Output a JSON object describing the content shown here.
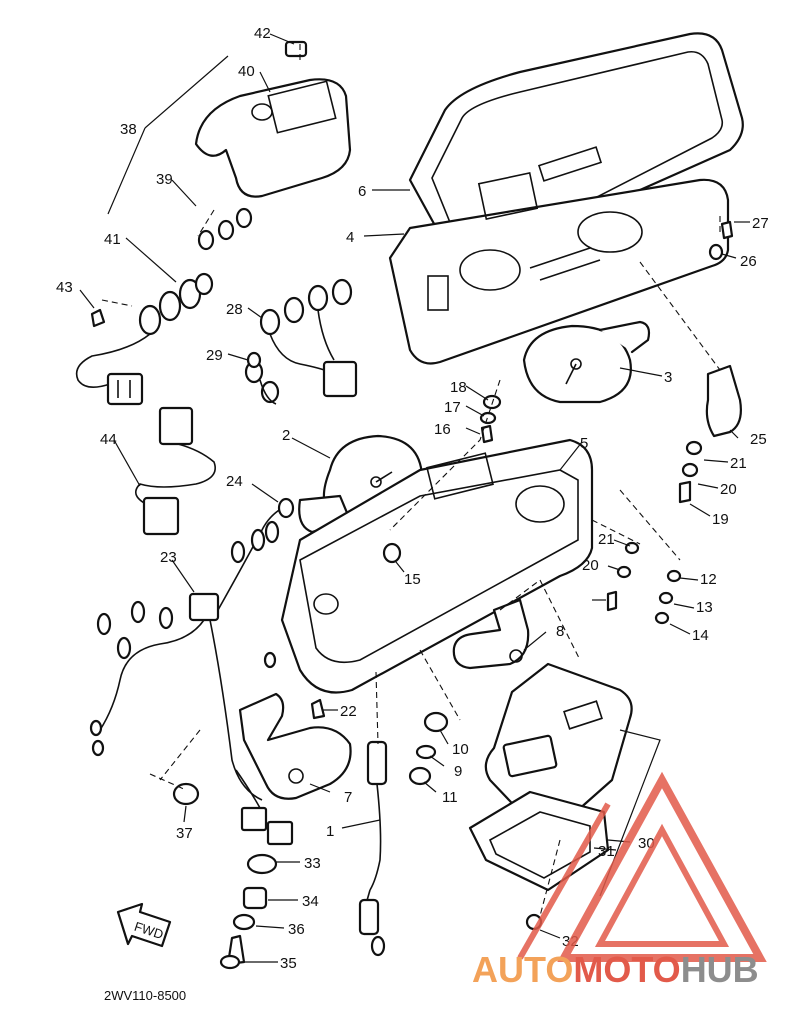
{
  "diagram": {
    "code": "2WV110-8500",
    "fwd_label": "FWD",
    "callouts": [
      {
        "id": "p1",
        "label": "1"
      },
      {
        "id": "p2",
        "label": "2"
      },
      {
        "id": "p3",
        "label": "3"
      },
      {
        "id": "p4",
        "label": "4"
      },
      {
        "id": "p5",
        "label": "5"
      },
      {
        "id": "p6",
        "label": "6"
      },
      {
        "id": "p7",
        "label": "7"
      },
      {
        "id": "p8",
        "label": "8"
      },
      {
        "id": "p9",
        "label": "9"
      },
      {
        "id": "p10",
        "label": "10"
      },
      {
        "id": "p11",
        "label": "11"
      },
      {
        "id": "p12",
        "label": "12"
      },
      {
        "id": "p13",
        "label": "13"
      },
      {
        "id": "p14",
        "label": "14"
      },
      {
        "id": "p15",
        "label": "15"
      },
      {
        "id": "p16",
        "label": "16"
      },
      {
        "id": "p17",
        "label": "17"
      },
      {
        "id": "p18",
        "label": "18"
      },
      {
        "id": "p19",
        "label": "19"
      },
      {
        "id": "p20a",
        "label": "20"
      },
      {
        "id": "p20b",
        "label": "20"
      },
      {
        "id": "p21a",
        "label": "21"
      },
      {
        "id": "p21b",
        "label": "21"
      },
      {
        "id": "p22",
        "label": "22"
      },
      {
        "id": "p23",
        "label": "23"
      },
      {
        "id": "p24",
        "label": "24"
      },
      {
        "id": "p25",
        "label": "25"
      },
      {
        "id": "p26",
        "label": "26"
      },
      {
        "id": "p27",
        "label": "27"
      },
      {
        "id": "p28",
        "label": "28"
      },
      {
        "id": "p29",
        "label": "29"
      },
      {
        "id": "p30",
        "label": "30"
      },
      {
        "id": "p31",
        "label": "31"
      },
      {
        "id": "p32",
        "label": "32"
      },
      {
        "id": "p33",
        "label": "33"
      },
      {
        "id": "p34",
        "label": "34"
      },
      {
        "id": "p35",
        "label": "35"
      },
      {
        "id": "p36",
        "label": "36"
      },
      {
        "id": "p37",
        "label": "37"
      },
      {
        "id": "p38",
        "label": "38"
      },
      {
        "id": "p39",
        "label": "39"
      },
      {
        "id": "p40",
        "label": "40"
      },
      {
        "id": "p41",
        "label": "41"
      },
      {
        "id": "p42",
        "label": "42"
      },
      {
        "id": "p43",
        "label": "43"
      },
      {
        "id": "p44",
        "label": "44"
      }
    ]
  },
  "watermark": {
    "part1": "AUTO",
    "part2": "MOTO",
    "part3": "HUB",
    "colors": {
      "auto": "#f3a259",
      "moto": "#e25a4a",
      "hub": "#8d8d8d",
      "triangle": "#e25a4a"
    }
  }
}
